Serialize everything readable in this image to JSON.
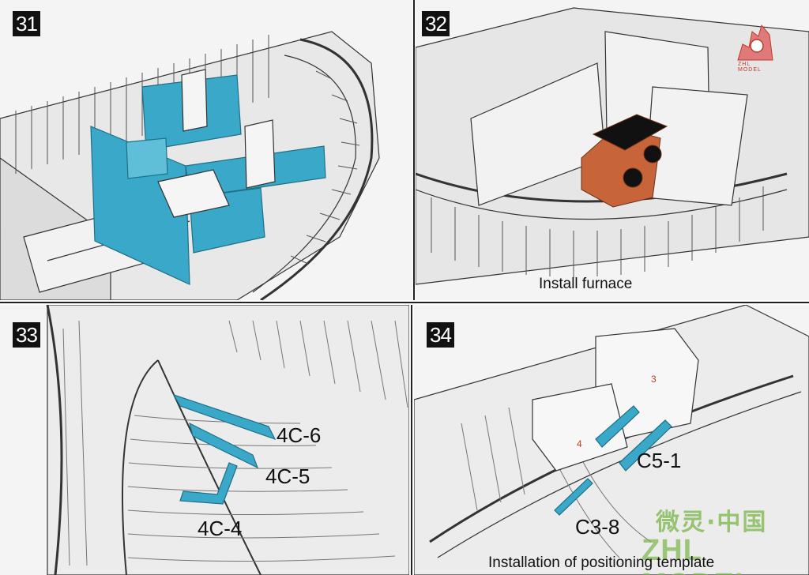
{
  "panels": [
    {
      "number": "31",
      "caption": "",
      "labels": []
    },
    {
      "number": "32",
      "caption": "Install furnace",
      "labels": []
    },
    {
      "number": "33",
      "caption": "",
      "labels": [
        "4C-6",
        "4C-5",
        "4C-4"
      ]
    },
    {
      "number": "34",
      "caption": "Installation of positioning template",
      "labels": [
        "C5-1",
        "C3-8",
        "3",
        "4"
      ]
    }
  ],
  "watermark": {
    "cn": "微灵·中国",
    "en": "ZHL MODEL"
  },
  "logo": {
    "text": "ZHL MODEL"
  },
  "colors": {
    "highlight": "#3aa9c9",
    "furnace_brick": "#c8643a",
    "outline": "#333333",
    "part_fill": "#f2f2f2"
  }
}
